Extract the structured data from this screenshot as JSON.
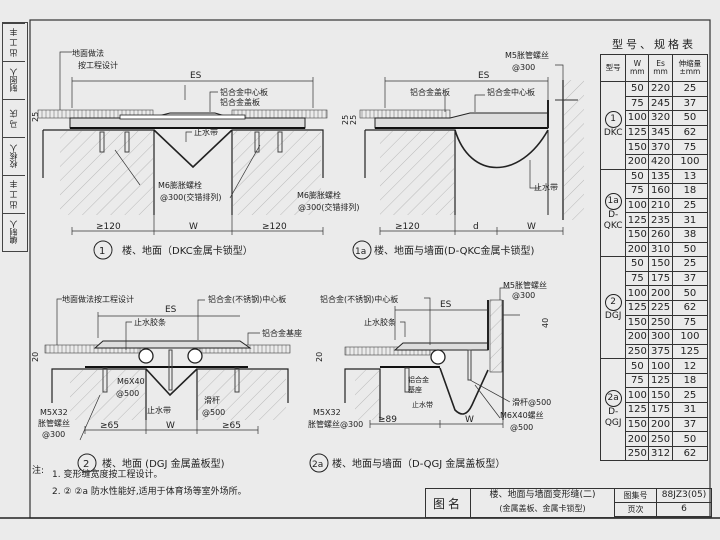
{
  "side_strip": [
    "出 工 丰",
    "制图人",
    "马 庆",
    "校核人",
    "出 工 丰",
    "编制人"
  ],
  "details": {
    "d1": {
      "num": "1",
      "caption": "楼、地面（DKC金属卡锁型）",
      "labels": [
        "地面做法",
        "按工程设计",
        "ES",
        "铝合金中心板",
        "铝合金盖板",
        "止水带",
        "M6膨胀螺栓",
        "@300(交错排列)",
        "M6膨胀螺栓",
        "@300(交错排列)",
        "≥120",
        "W",
        "≥120",
        "25",
        "25"
      ]
    },
    "d1a": {
      "num": "1a",
      "caption": "楼、地面与墙面(D-QKC金属卡锁型)",
      "labels": [
        "M5胀管螺丝",
        "@300",
        "ES",
        "铝合金盖板",
        "铝合金中心板",
        "止水带",
        "≥120",
        "d",
        "W",
        "25"
      ]
    },
    "d2": {
      "num": "2",
      "caption": "楼、地面 (DGJ 金属盖板型)",
      "labels": [
        "地面做法按工程设计",
        "ES",
        "铝合金(不锈钢)中心板",
        "止水胶条",
        "铝合金基座",
        "M6X40",
        "@500",
        "止水带",
        "滑杆",
        "@500",
        "M5X32",
        "胀管螺丝",
        "@300",
        "≥65",
        "W",
        "≥65",
        "20"
      ]
    },
    "d2a": {
      "num": "2a",
      "caption": "楼、地面与墙面（D-QGJ 金属盖板型）",
      "labels": [
        "铝合金(不锈钢)中心板",
        "M5胀管螺丝",
        "@300",
        "ES",
        "止水胶条",
        "铝合金",
        "基座",
        "止水带",
        "滑杆@500",
        "M6X40螺丝",
        "@500",
        "M5X32",
        "胀管螺丝@300",
        "≥89",
        "W",
        "20",
        "40"
      ]
    }
  },
  "spec_table": {
    "title": "型号、规格表",
    "headers": [
      "型号",
      "W mm",
      "Es mm",
      "伸缩量 ±mm"
    ],
    "groups": [
      {
        "num": "1",
        "type": "DKC",
        "rows": [
          [
            "50",
            "220",
            "25"
          ],
          [
            "75",
            "245",
            "37"
          ],
          [
            "100",
            "320",
            "50"
          ],
          [
            "125",
            "345",
            "62"
          ],
          [
            "150",
            "370",
            "75"
          ],
          [
            "200",
            "420",
            "100"
          ]
        ]
      },
      {
        "num": "1a",
        "type": "D-QKC",
        "rows": [
          [
            "50",
            "135",
            "13"
          ],
          [
            "75",
            "160",
            "18"
          ],
          [
            "100",
            "210",
            "25"
          ],
          [
            "125",
            "235",
            "31"
          ],
          [
            "150",
            "260",
            "38"
          ],
          [
            "200",
            "310",
            "50"
          ]
        ]
      },
      {
        "num": "2",
        "type": "DGJ",
        "rows": [
          [
            "50",
            "150",
            "25"
          ],
          [
            "75",
            "175",
            "37"
          ],
          [
            "100",
            "200",
            "50"
          ],
          [
            "125",
            "225",
            "62"
          ],
          [
            "150",
            "250",
            "75"
          ],
          [
            "200",
            "300",
            "100"
          ],
          [
            "250",
            "375",
            "125"
          ]
        ]
      },
      {
        "num": "2a",
        "type": "D-QGJ",
        "rows": [
          [
            "50",
            "100",
            "12"
          ],
          [
            "75",
            "125",
            "18"
          ],
          [
            "100",
            "150",
            "25"
          ],
          [
            "125",
            "175",
            "31"
          ],
          [
            "150",
            "200",
            "37"
          ],
          [
            "200",
            "250",
            "50"
          ],
          [
            "250",
            "312",
            "62"
          ]
        ]
      }
    ]
  },
  "notes": {
    "label": "注:",
    "items": [
      "1. 变形缝宽度按工程设计。",
      "2. ② ②a 防水性能好,适用于体育场等室外场所。"
    ]
  },
  "title_block": {
    "name_label": "图名",
    "title": "楼、地面与墙面变形缝(二)",
    "subtitle": "(金属盖板、金属卡锁型)",
    "atlas_label": "图集号",
    "atlas_value": "88JZ3(05)",
    "page_label": "页次",
    "page_value": "6"
  }
}
